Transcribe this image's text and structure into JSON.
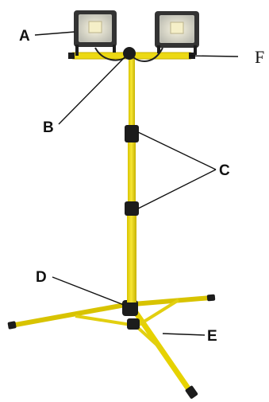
{
  "colors": {
    "tube": "#f2de1c",
    "tube_shade": "#c9b400",
    "joint": "#1c1c1c",
    "lamp_housing": "#333333",
    "lamp_lens": "#d9d9cf",
    "led_panel": "#f5efc8"
  },
  "labels": {
    "a": "A",
    "b": "B",
    "c": "C",
    "d": "D",
    "e": "E",
    "f": "F"
  }
}
